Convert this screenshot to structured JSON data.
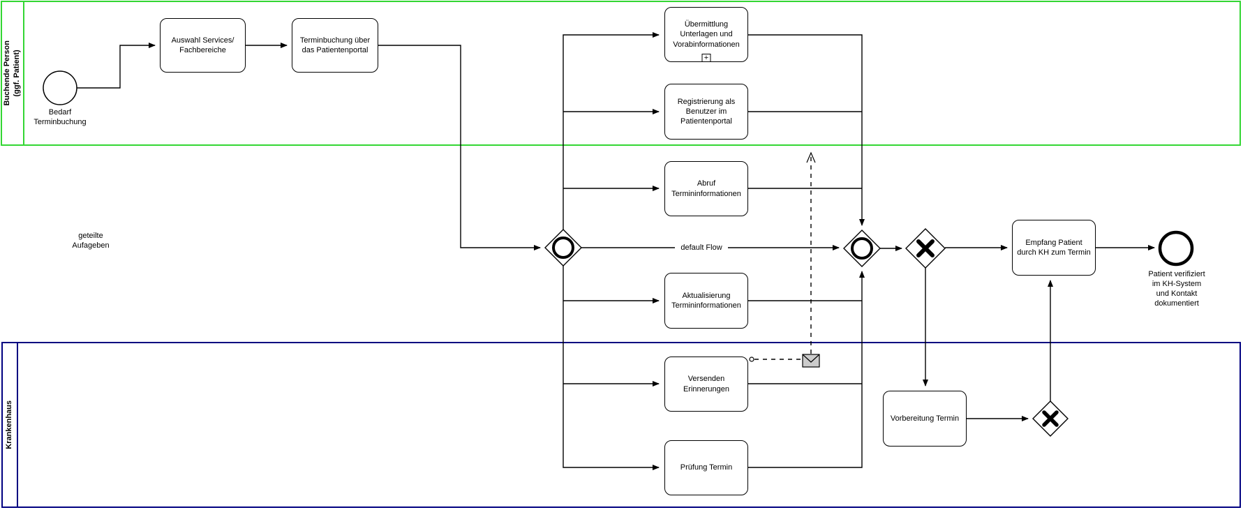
{
  "diagram": {
    "type": "bpmn-process",
    "lanes": {
      "buchende_person": {
        "label": "Buchende Person\n(ggf. Patient)",
        "border_color": "#33d633"
      },
      "krankenhaus": {
        "label": "Krankenhaus",
        "border_color": "#000080"
      }
    },
    "events": {
      "start": {
        "label": "Bedarf\nTerminbuchung"
      },
      "end": {
        "label": "Patient verifiziert\nim KH-System\nund Kontakt\ndokumentiert"
      }
    },
    "tasks": {
      "auswahl_services": "Auswahl Services/\nFachbereiche",
      "terminbuchung_portal": "Terminbuchung über\ndas Patientenportal",
      "uebermittlung_unterlagen": "Übermittlung\nUnterlagen und\nVorabinformationen",
      "registrierung_benutzer": "Registrierung als\nBenutzer im\nPatientenportal",
      "abruf_termininfo": "Abruf\nTermininformationen",
      "aktualisierung_termininfo": "Aktualisierung\nTermininformationen",
      "versenden_erinnerungen": "Versenden\nErinnerungen",
      "pruefung_termin": "Prüfung Termin",
      "empfang_patient": "Empfang Patient\ndurch KH zum Termin",
      "vorbereitung_termin": "Vorbereitung Termin"
    },
    "annotations": {
      "geteilte_aufgaben": "geteilte\nAufageben",
      "default_flow": "default Flow"
    },
    "markers": {
      "subprocess_plus": "+",
      "message_envelope_fill": "#cccccc",
      "flow_color": "#000000"
    }
  }
}
